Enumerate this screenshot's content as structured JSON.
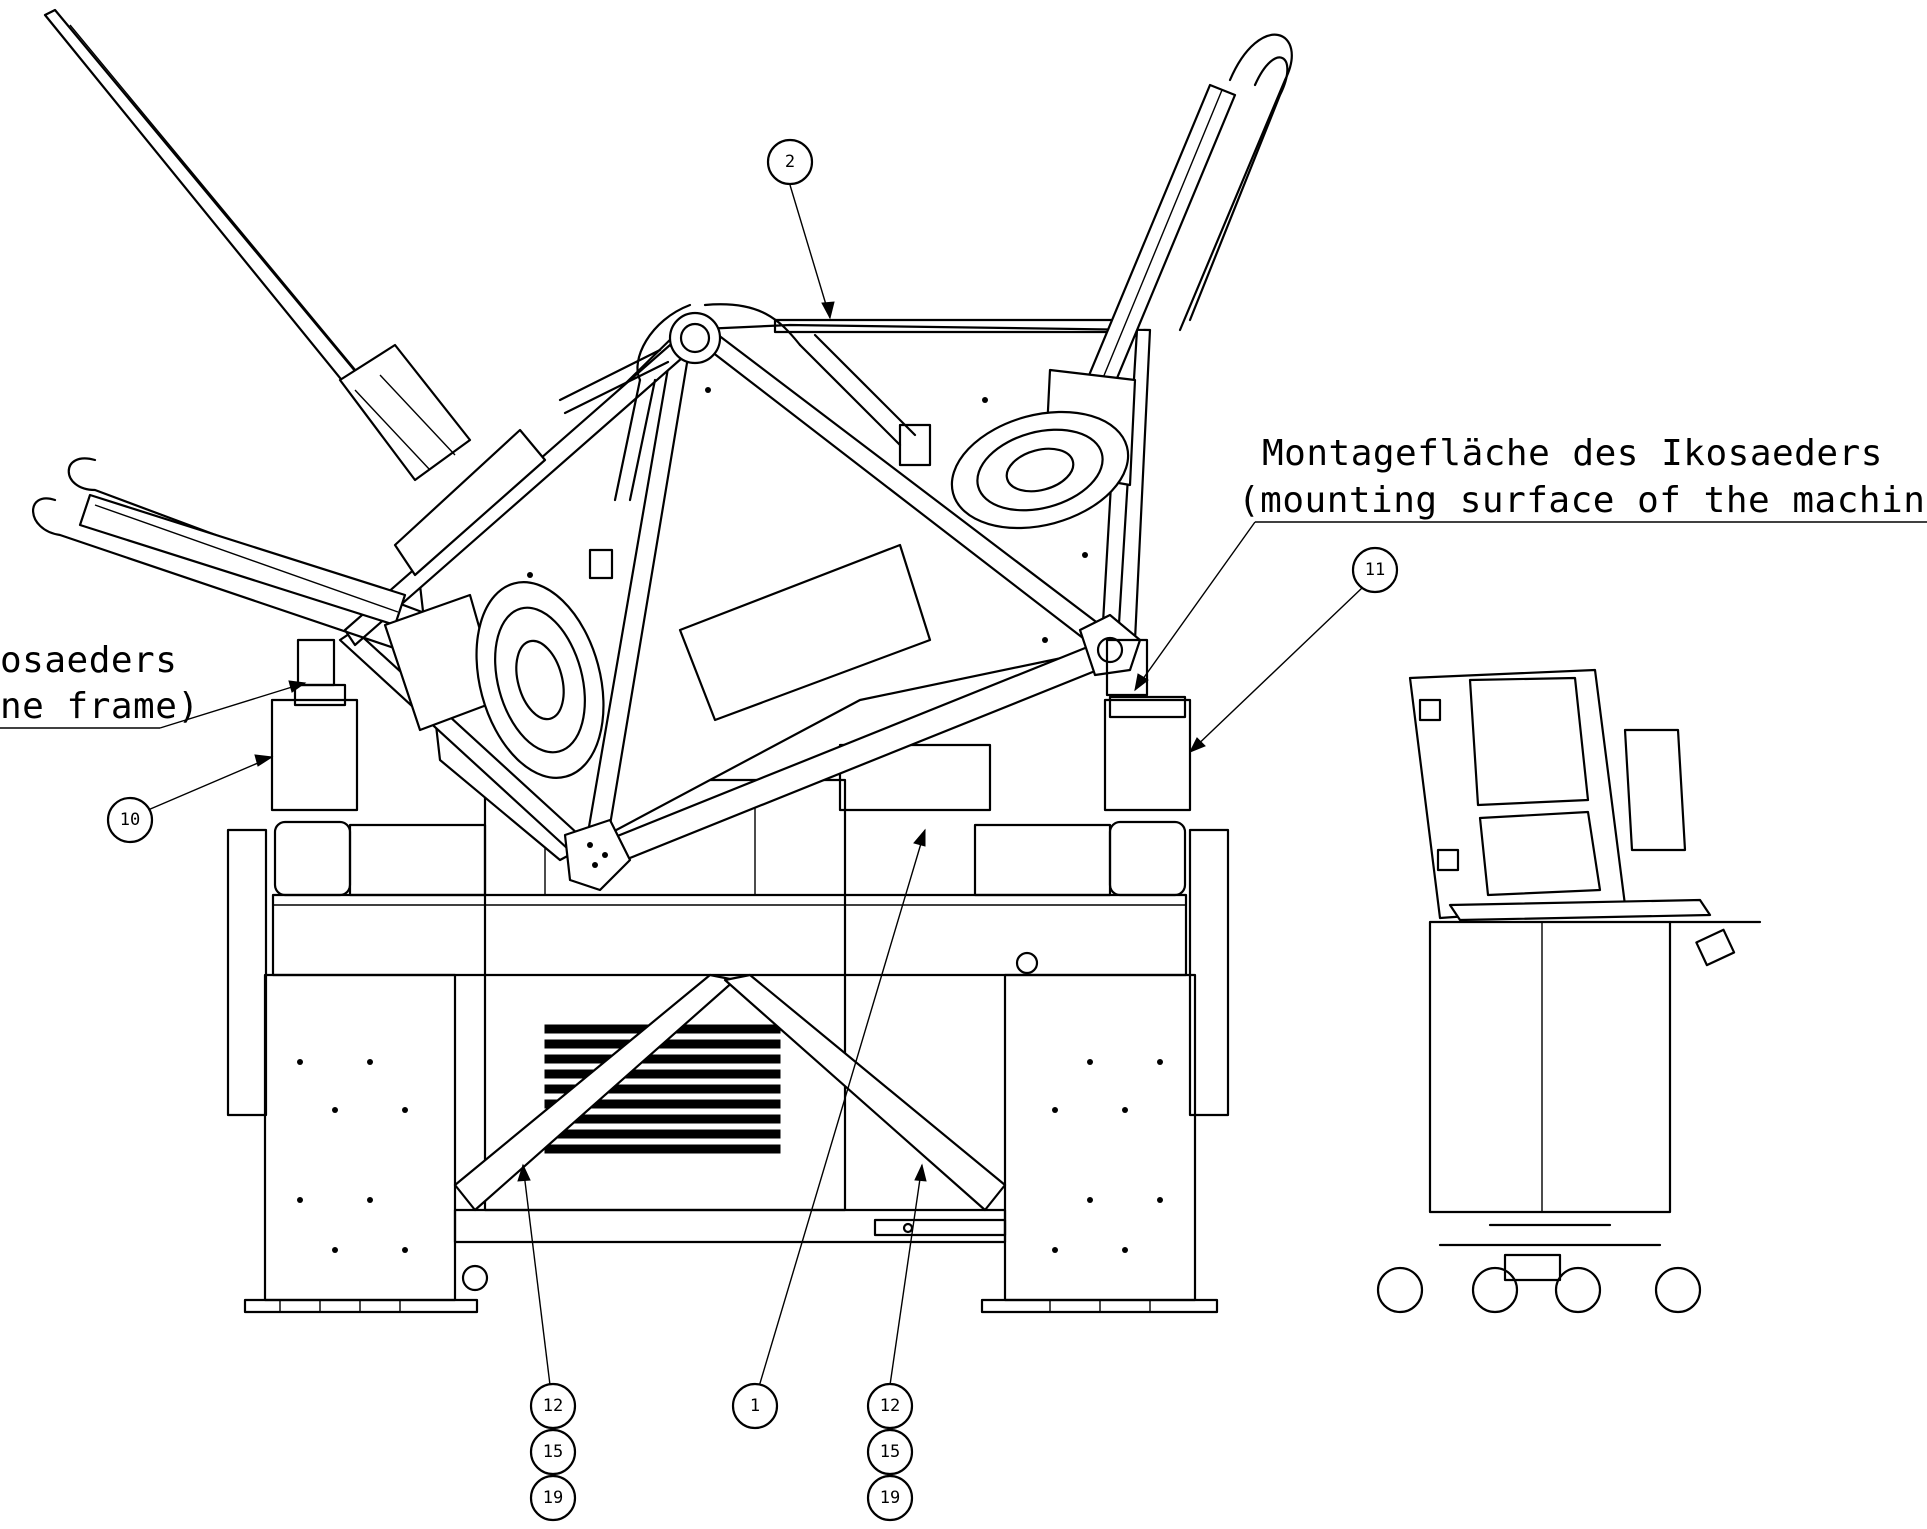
{
  "labels": {
    "right_line1": "Montagefläche des Ikosaeders",
    "right_line2": "(mounting surface of the machine frame)",
    "left_line1_visible": "osaeders",
    "left_line2_visible": "ne frame)"
  },
  "callouts": {
    "c2": "2",
    "c10": "10",
    "c11": "11",
    "c1": "1",
    "c12a": "12",
    "c15a": "15",
    "c19a": "19",
    "c12b": "12",
    "c15b": "15",
    "c19b": "19"
  }
}
